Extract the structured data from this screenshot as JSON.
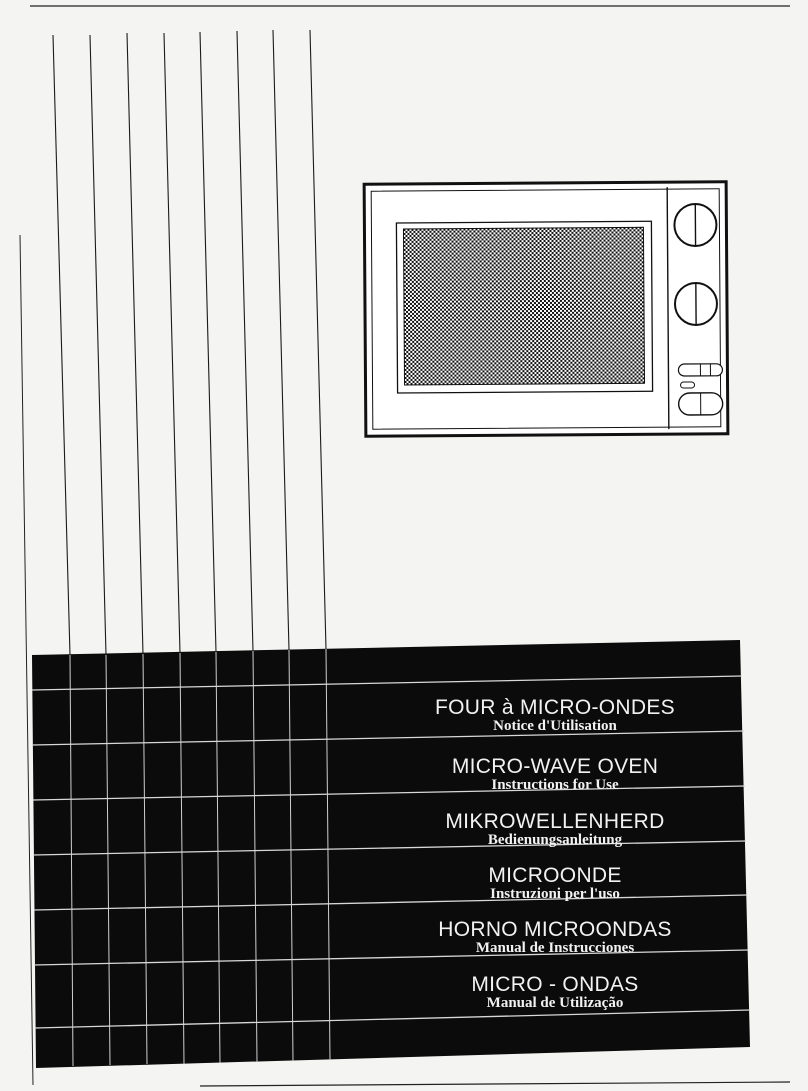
{
  "document": {
    "languages": [
      {
        "title": "FOUR à MICRO-ONDES",
        "subtitle": "Notice d'Utilisation"
      },
      {
        "title": "MICRO-WAVE OVEN",
        "subtitle": "Instructions for Use"
      },
      {
        "title": "MIKROWELLENHERD",
        "subtitle": "Bedienungsanleitung"
      },
      {
        "title": "MICROONDE",
        "subtitle": "Instruzioni per l'uso"
      },
      {
        "title": "HORNO MICROONDAS",
        "subtitle": "Manual de Instrucciones"
      },
      {
        "title": "MICRO - ONDAS",
        "subtitle": "Manual de Utilização"
      }
    ]
  },
  "colors": {
    "background": "#f4f4f2",
    "band": "#0b0b0b",
    "band_text": "#f2f2f2",
    "line": "#1a1a1a"
  },
  "illustration": {
    "subject": "microwave-oven",
    "icons": [
      "timer-dial-icon",
      "power-dial-icon",
      "door-release-button-icon",
      "start-button-icon"
    ]
  }
}
